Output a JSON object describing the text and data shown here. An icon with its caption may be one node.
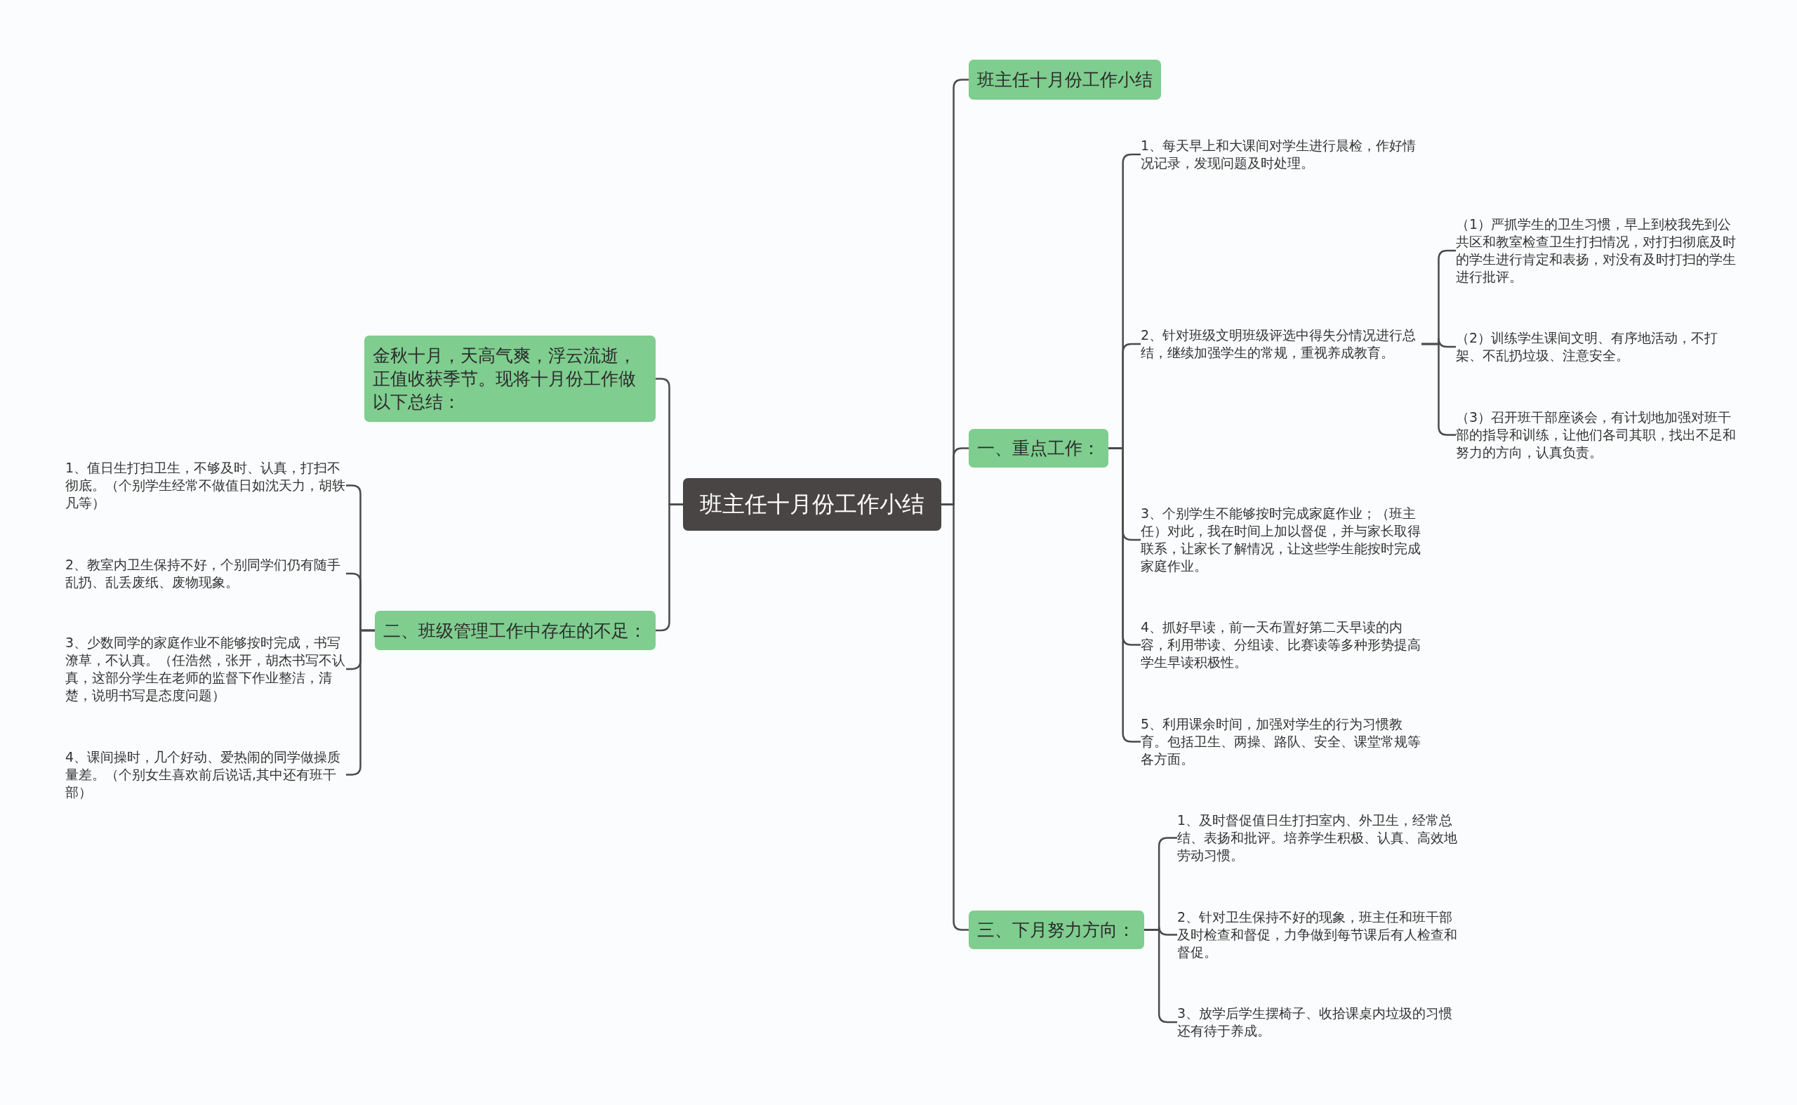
{
  "diagram": {
    "nodes": [
      {
        "text": [
          "班主任十月份工作小结"
        ]
      },
      {
        "text": [
          "金秋十月，天高气爽，浮云流逝，正值收获季节。现将十月份工作做以下总结："
        ]
      },
      {
        "text": [
          "二、班级管理工作中存在的不足："
        ]
      },
      {
        "text": [
          "1、值日生打扫卫生，不够及时、认真，打扫不彻底。（个别学生经常不做值日如沈天力，胡轶凡等）"
        ]
      },
      {
        "text": [
          "2、教室内卫生保持不好，个别同学们仍有随手乱扔、乱丢废纸、废物现象。"
        ]
      },
      {
        "text": [
          "3、少数同学的家庭作业不能够按时完成，书写潦草，不认真。（任浩然，张开，胡杰书写不认真，这部分学生在老师的监督下作业整洁，清楚，说明书写是态度问题）"
        ]
      },
      {
        "text": [
          "4、课间操时，几个好动、爱热闹的同学做操质量差。（个别女生喜欢前后说话,其中还有班干部）"
        ]
      },
      {
        "text": [
          "班主任十月份工作小结"
        ]
      },
      {
        "text": [
          "一、重点工作："
        ]
      },
      {
        "text": [
          "1、每天早上和大课间对学生进行晨检，作好情况记录，发现问题及时处理。"
        ]
      },
      {
        "text": [
          "2、针对班级文明班级评选中得失分情况进行总结，继续加强学生的常规，重视养成教育。"
        ]
      },
      {
        "text": [
          "3、个别学生不能够按时完成家庭作业；（班主任）对此，我在时间上加以督促，并与家长取得联系，让家长了解情况，让这些学生能按时完成家庭作业。"
        ]
      },
      {
        "text": [
          "4、抓好早读，前一天布置好第二天早读的内容，利用带读、分组读、比赛读等多种形势提高学生早读积极性。"
        ]
      },
      {
        "text": [
          "5、利用课余时间，加强对学生的行为习惯教育。包括卫生、两操、路队、安全、课堂常规等各方面。"
        ]
      },
      {
        "text": [
          " （1）严抓学生的卫生习惯，早上到校我先到公共区和教室检查卫生打扫情况，对打扫彻底及时的学生进行肯定和表扬，对没有及时打扫的学生进行批评。"
        ]
      },
      {
        "text": [
          " （2）训练学生课间文明、有序地活动，不打架、不乱扔垃圾、注意安全。"
        ]
      },
      {
        "text": [
          " （3）召开班干部座谈会，有计划地加强对班干部的指导和训练，让他们各司其职，找出不足和努力的方向，认真负责。"
        ]
      },
      {
        "text": [
          "三、下月努力方向："
        ]
      },
      {
        "text": [
          "1、及时督促值日生打扫室内、外卫生，经常总结、表扬和批评。培养学生积极、认真、高效地劳动习惯。"
        ]
      },
      {
        "text": [
          "2、针对卫生保持不好的现象，班主任和班干部及时检查和督促，力争做到每节课后有人检查和督促。"
        ]
      },
      {
        "text": [
          "3、放学后学生摆椅子、收拾课桌内垃圾的习惯还有待于养成。"
        ]
      }
    ],
    "edges": [
      {
        "from": 0,
        "to": 1,
        "arrow": "none"
      },
      {
        "from": 0,
        "to": 2,
        "arrow": "none"
      },
      {
        "from": 2,
        "to": 3,
        "arrow": "none"
      },
      {
        "from": 2,
        "to": 4,
        "arrow": "none"
      },
      {
        "from": 2,
        "to": 5,
        "arrow": "none"
      },
      {
        "from": 2,
        "to": 6,
        "arrow": "none"
      },
      {
        "from": 0,
        "to": 7,
        "arrow": "none"
      },
      {
        "from": 0,
        "to": 8,
        "arrow": "none"
      },
      {
        "from": 8,
        "to": 9,
        "arrow": "none"
      },
      {
        "from": 8,
        "to": 10,
        "arrow": "none"
      },
      {
        "from": 8,
        "to": 11,
        "arrow": "none"
      },
      {
        "from": 8,
        "to": 12,
        "arrow": "none"
      },
      {
        "from": 8,
        "to": 13,
        "arrow": "none"
      },
      {
        "from": 10,
        "to": 14,
        "arrow": "none"
      },
      {
        "from": 10,
        "to": 15,
        "arrow": "none"
      },
      {
        "from": 10,
        "to": 16,
        "arrow": "none"
      },
      {
        "from": 0,
        "to": 17,
        "arrow": "none"
      },
      {
        "from": 17,
        "to": 18,
        "arrow": "none"
      },
      {
        "from": 17,
        "to": 19,
        "arrow": "none"
      },
      {
        "from": 17,
        "to": 20,
        "arrow": "none"
      }
    ]
  }
}
